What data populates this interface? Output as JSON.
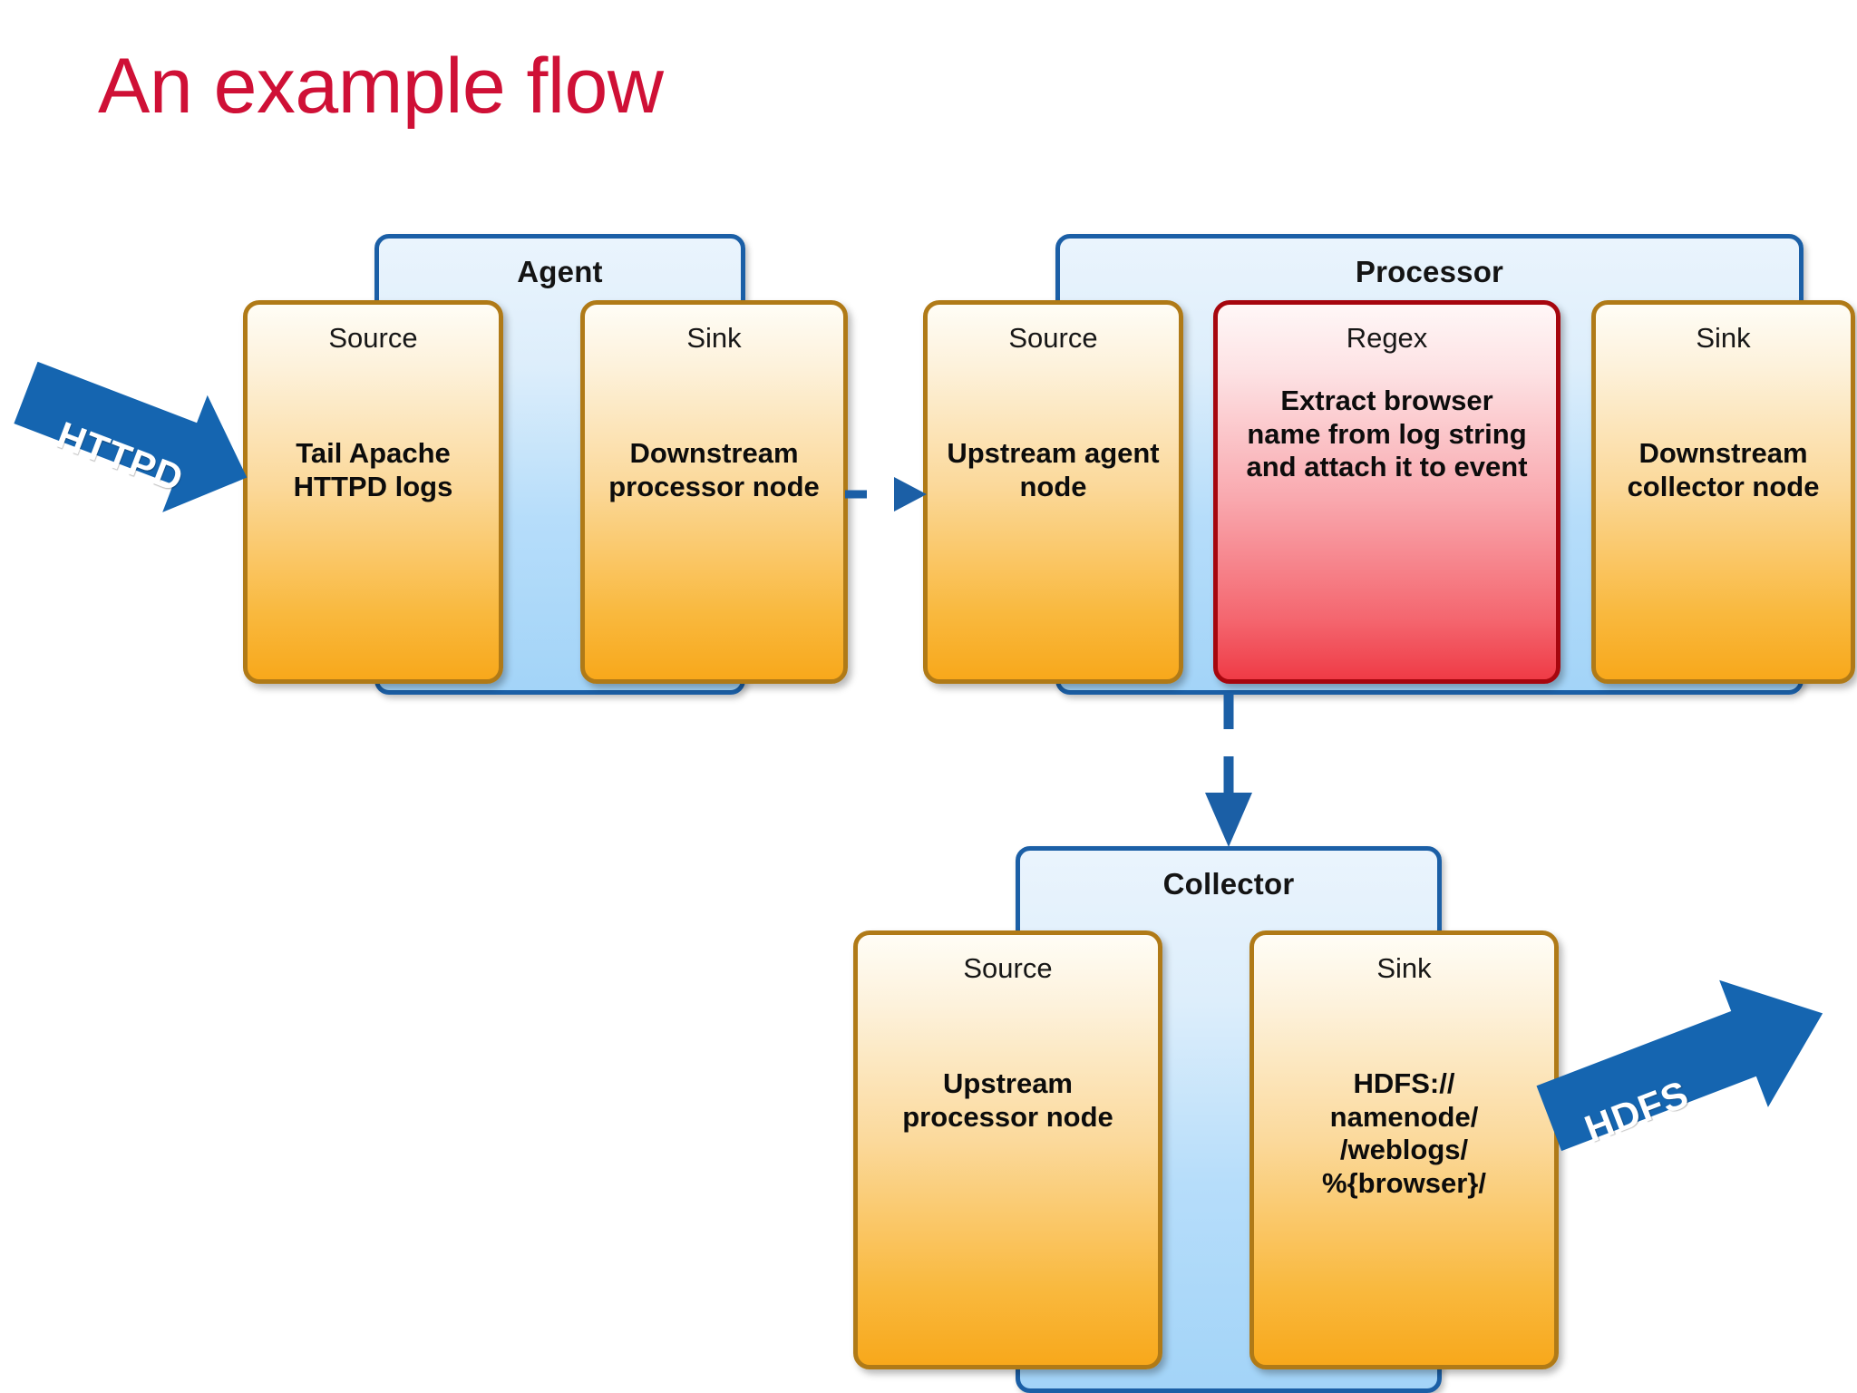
{
  "slide": {
    "title": "An example flow",
    "title_color": "#cf1036",
    "background": "#ffffff"
  },
  "palette": {
    "group_border": "#1b5fa6",
    "group_fill_top": "#eaf4fd",
    "group_fill_bottom": "#a3d4f8",
    "node_border": "#b07a17",
    "node_fill_top": "#fffdf6",
    "node_fill_bottom": "#f8a81b",
    "regex_border": "#a6060e",
    "regex_fill_top": "#fff7f7",
    "regex_fill_bottom": "#ef3b46",
    "arrow_blue": "#1565b0",
    "connector_blue": "#1b5fa6"
  },
  "groups": [
    {
      "id": "agent",
      "label": "Agent",
      "nodes": [
        {
          "id": "agent-source",
          "title": "Source",
          "body": "Tail Apache\nHTTPD logs",
          "kind": "source"
        },
        {
          "id": "agent-sink",
          "title": "Sink",
          "body": "Downstream\nprocessor node",
          "kind": "sink"
        }
      ]
    },
    {
      "id": "processor",
      "label": "Processor",
      "nodes": [
        {
          "id": "processor-source",
          "title": "Source",
          "body": "Upstream agent\nnode",
          "kind": "source"
        },
        {
          "id": "processor-regex",
          "title": "Regex",
          "body": "Extract browser\nname from log string\nand attach it to event",
          "kind": "regex"
        },
        {
          "id": "processor-sink",
          "title": "Sink",
          "body": "Downstream\ncollector node",
          "kind": "sink"
        }
      ]
    },
    {
      "id": "collector",
      "label": "Collector",
      "nodes": [
        {
          "id": "collector-source",
          "title": "Source",
          "body": "Upstream\nprocessor node",
          "kind": "source"
        },
        {
          "id": "collector-sink",
          "title": "Sink",
          "body": "HDFS://\nnamenode/\n/weblogs/\n%{browser}/",
          "kind": "sink"
        }
      ]
    }
  ],
  "flow_arrows": [
    {
      "id": "httpd-arrow",
      "label": "HTTPD",
      "direction": "down-right",
      "target": "agent-source"
    },
    {
      "id": "hdfs-arrow",
      "label": "HDFS",
      "direction": "up-right",
      "source": "collector-sink"
    }
  ],
  "connectors": [
    {
      "id": "agent-to-processor",
      "style": "dashed",
      "orientation": "horizontal",
      "from": "agent-sink",
      "to": "processor-source"
    },
    {
      "id": "processor-to-collector",
      "style": "dashed",
      "orientation": "vertical",
      "from": "processor",
      "to": "collector"
    }
  ]
}
